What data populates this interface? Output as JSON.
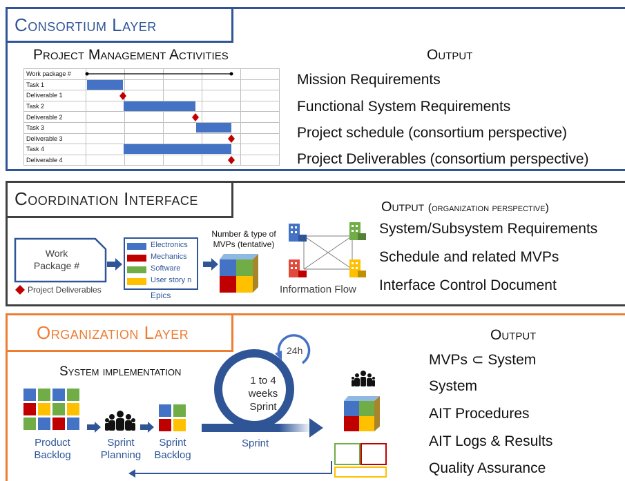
{
  "consortium": {
    "title": "Consortium Layer",
    "activities_heading": "Project Management Activities",
    "output_heading": "Output",
    "gantt_rows": [
      "Work package #",
      "Task 1",
      "Deliverable 1",
      "Task 2",
      "Deliverable 2",
      "Task 3",
      "Deliverable 3",
      "Task 4",
      "Deliverable 4"
    ],
    "outputs": [
      "Mission Requirements",
      "Functional System Requirements",
      "Project schedule (consortium perspective)",
      "Project Deliverables (consortium perspective)"
    ]
  },
  "coordination": {
    "title": "Coordination Interface",
    "output_heading_main": "Output",
    "output_heading_sub": "(organization perspective)",
    "work_package_line1": "Work",
    "work_package_line2": "Package #",
    "deliverables_legend": "Project Deliverables",
    "epics": [
      "Electronics",
      "Mechanics",
      "Software",
      "User story n"
    ],
    "epics_label": "Epics",
    "mvp_label_line1": "Number & type of",
    "mvp_label_line2": "MVPs (tentative)",
    "info_flow_label": "Information Flow",
    "outputs": [
      "System/Subsystem Requirements",
      "Schedule and related MVPs",
      "Interface Control Document"
    ]
  },
  "organization": {
    "title": "Organization Layer",
    "system_impl": "System implementation",
    "output_heading": "Output",
    "product_backlog_1": "Product",
    "product_backlog_2": "Backlog",
    "sprint_planning_1": "Sprint",
    "sprint_planning_2": "Planning",
    "sprint_backlog_1": "Sprint",
    "sprint_backlog_2": "Backlog",
    "cycle_24h": "24h",
    "sprint_center_1": "1 to 4",
    "sprint_center_2": "weeks",
    "sprint_center_3": "Sprint",
    "sprint_label": "Sprint",
    "outputs": [
      "MVPs ⊂ System",
      "System",
      "AIT Procedures",
      "AIT Logs & Results",
      "Quality Assurance"
    ]
  },
  "colors": {
    "consortium_border": "#2f5597",
    "coordination_border": "#404040",
    "organization_border": "#ed7d31",
    "task_bar": "#4472c4",
    "diamond": "#c00000",
    "cube_blue": "#4472c4",
    "cube_green": "#70ad47",
    "cube_red": "#c00000",
    "cube_yellow": "#ffc000"
  }
}
